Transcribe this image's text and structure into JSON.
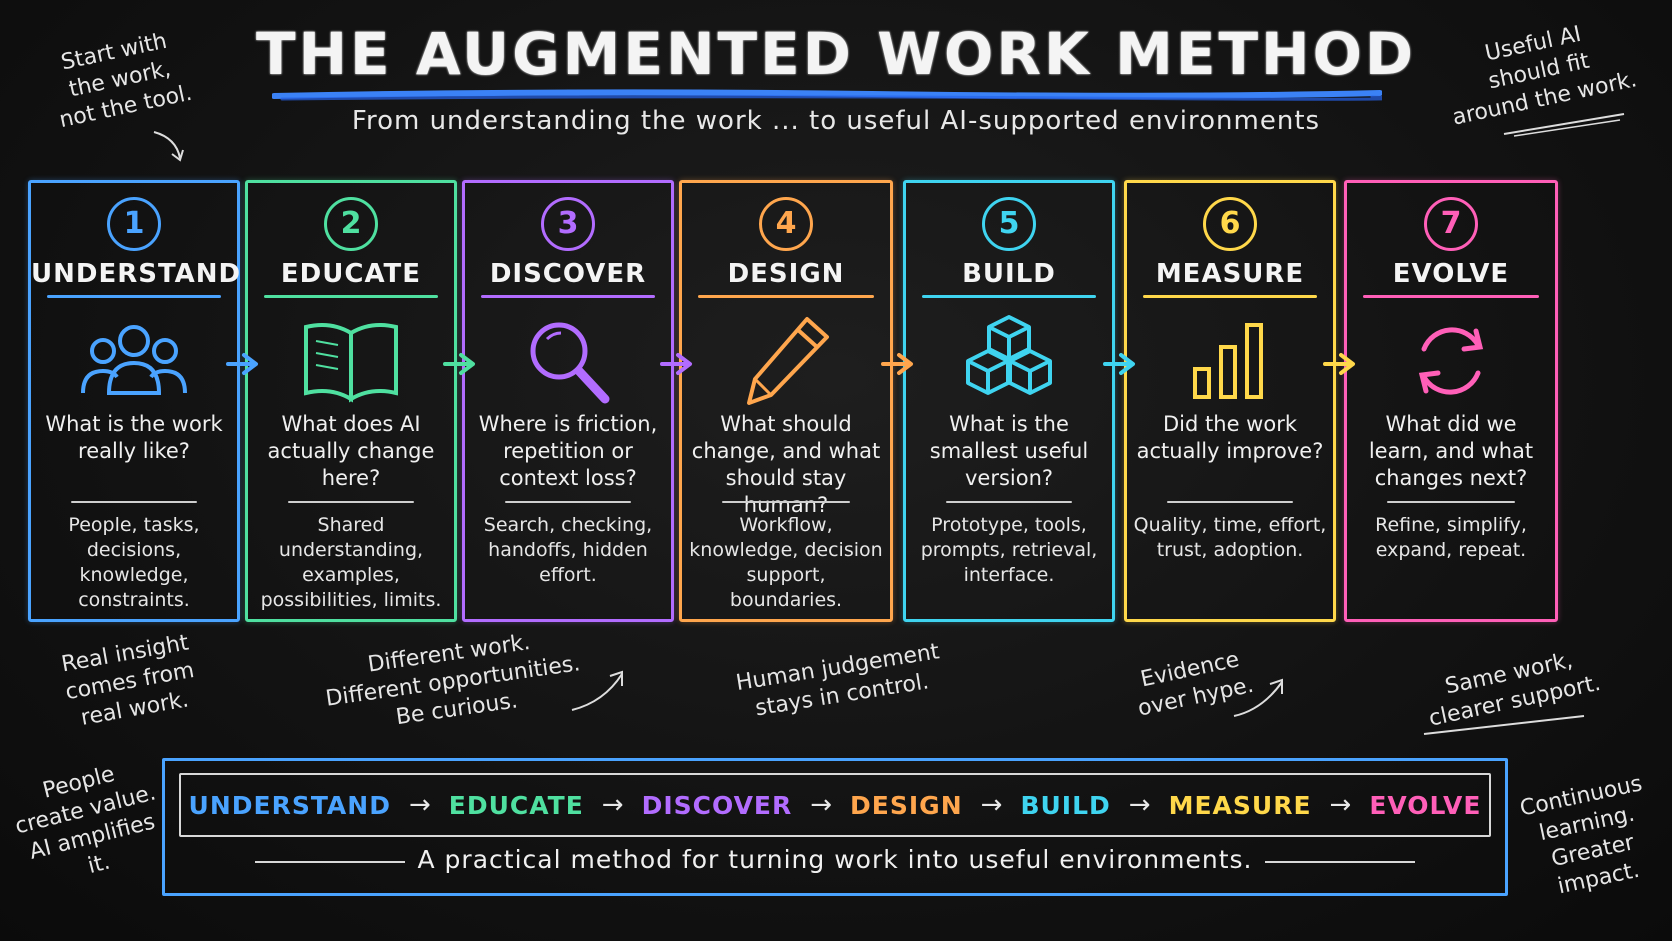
{
  "title": "THE AUGMENTED WORK METHOD",
  "subtitle": "From understanding the work ... to useful AI-supported environments",
  "notes": {
    "top_left": "Start with\nthe work,\nnot the tool.",
    "top_right": "Useful AI\nshould fit\naround the work.",
    "bottom_left": "People\ncreate value.\nAI amplifies\nit.",
    "bottom_right": "Continuous\nlearning.\nGreater\nimpact.",
    "under_1": "Real insight\ncomes from\nreal work.",
    "under_2": "Different work.\nDifferent opportunities.\nBe curious.",
    "under_4": "Human judgement\nstays in control.",
    "under_5": "Evidence\nover hype.",
    "under_7": "Same work,\nclearer support."
  },
  "stages": [
    {
      "number": "1",
      "name": "UNDERSTAND",
      "color": "#4aa3ff",
      "icon": "people-icon",
      "question": "What is the work really like?",
      "detail": "People, tasks, decisions, knowledge, constraints."
    },
    {
      "number": "2",
      "name": "EDUCATE",
      "color": "#4fe0a0",
      "icon": "open-book-icon",
      "question": "What does AI actually change here?",
      "detail": "Shared understanding, examples, possibilities, limits."
    },
    {
      "number": "3",
      "name": "DISCOVER",
      "color": "#b26cff",
      "icon": "magnifier-icon",
      "question": "Where is friction, repetition or context loss?",
      "detail": "Search, checking, handoffs, hidden effort."
    },
    {
      "number": "4",
      "name": "DESIGN",
      "color": "#ffa64d",
      "icon": "pencil-icon",
      "question": "What should change, and what should stay human?",
      "detail": "Workflow, knowledge, decision support, boundaries."
    },
    {
      "number": "5",
      "name": "BUILD",
      "color": "#3fd4f0",
      "icon": "cubes-icon",
      "question": "What is the smallest useful version?",
      "detail": "Prototype, tools, prompts, retrieval, interface."
    },
    {
      "number": "6",
      "name": "MEASURE",
      "color": "#ffd84a",
      "icon": "bar-chart-icon",
      "question": "Did the work actually improve?",
      "detail": "Quality, time, effort, trust, adoption."
    },
    {
      "number": "7",
      "name": "EVOLVE",
      "color": "#ff5fb8",
      "icon": "cycle-arrows-icon",
      "question": "What did we learn, and what changes next?",
      "detail": "Refine, simplify, expand, repeat."
    }
  ],
  "flow": {
    "steps": [
      "UNDERSTAND",
      "EDUCATE",
      "DISCOVER",
      "DESIGN",
      "BUILD",
      "MEASURE",
      "EVOLVE"
    ],
    "arrow": "→",
    "caption": "A practical method for turning work into useful environments."
  }
}
